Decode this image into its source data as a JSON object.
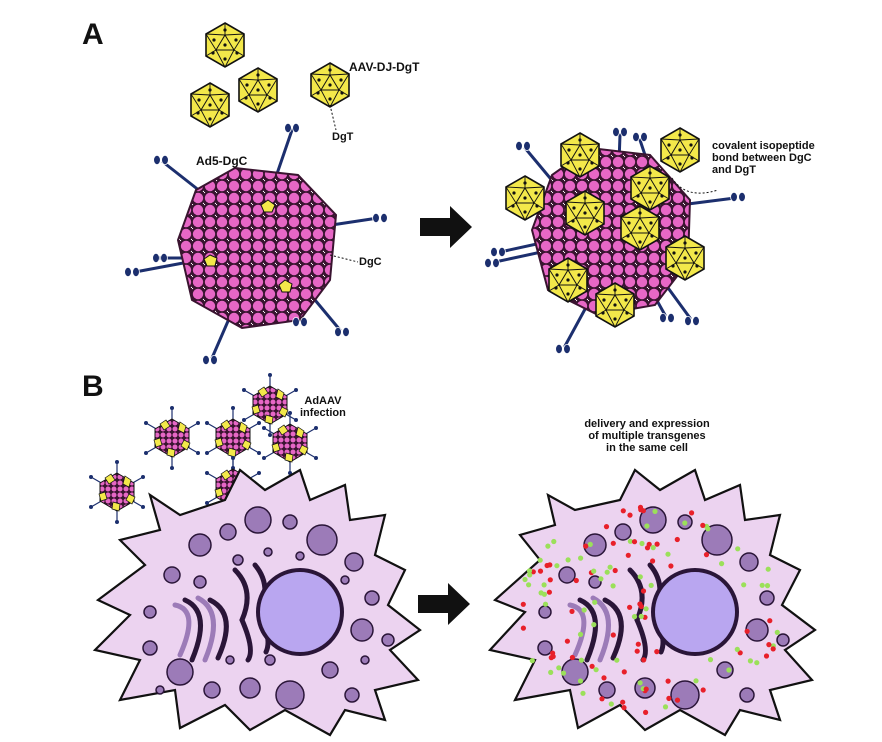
{
  "panel_a": {
    "label": "A",
    "aav_label": "AAV-DJ-DgT",
    "dgt_label": "DgT",
    "ad5_label": "Ad5-DgC",
    "dgc_label": "DgC",
    "bond_label_1": "covalent isopeptide",
    "bond_label_2": "bond between DgC",
    "bond_label_3": "and DgT"
  },
  "panel_b": {
    "label": "B",
    "infection_1": "AdAAV",
    "infection_2": "infection",
    "result_1": "delivery and expression",
    "result_2": "of multiple transgenes",
    "result_3": "in the same cell"
  },
  "colors": {
    "capsid_pink": "#e767c6",
    "aav_yellow": "#f3e84a",
    "fiber_blue": "#1c2f6e",
    "cytoplasm": "#ecd3f0",
    "organelle": "#9c7bb8",
    "nucleus": "#b9a6f0",
    "transgene_red": "#e8202a",
    "transgene_green": "#9be05a"
  }
}
